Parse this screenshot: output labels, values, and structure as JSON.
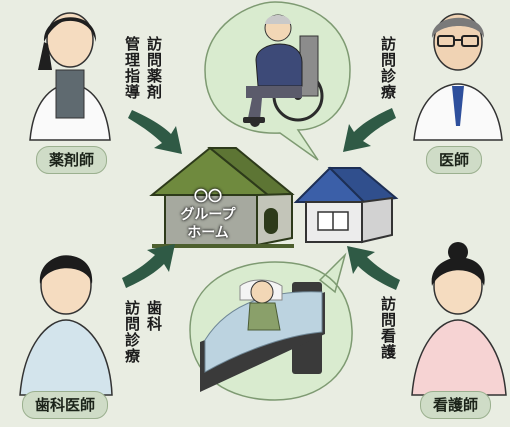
{
  "diagram": {
    "center": {
      "mark": "〇〇",
      "line1": "グループ",
      "line2": "ホーム"
    },
    "roles": {
      "pharmacist": {
        "badge": "薬剤師",
        "service_col1": "訪問薬剤",
        "service_col2": "管理指導"
      },
      "doctor": {
        "badge": "医師",
        "service": "訪問診療"
      },
      "dentist": {
        "badge": "歯科医師",
        "service_col1": "歯科",
        "service_col2": "訪問診療"
      },
      "nurse": {
        "badge": "看護師",
        "service": "訪問看護"
      }
    },
    "colors": {
      "arrow": "#2f5a45",
      "badge": "#cfdcc7",
      "house_main": "#6f8a3e",
      "house_small_roof": "#3b5fa8"
    }
  }
}
